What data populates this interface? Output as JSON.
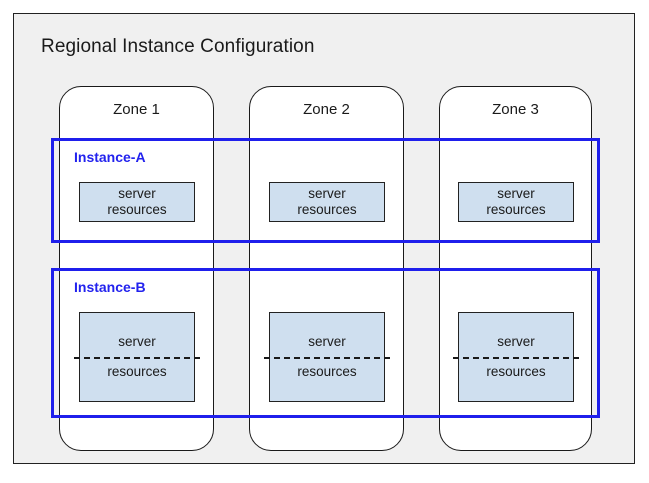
{
  "diagram": {
    "title": "Regional Instance Configuration",
    "colors": {
      "frame_background": "#f0f0f0",
      "frame_border": "#222222",
      "zone_background": "#ffffff",
      "zone_border": "#1a1a1a",
      "instance_border": "#1f1fec",
      "instance_label": "#2222ee",
      "resource_fill": "#cfdfef",
      "resource_border": "#222222",
      "text": "#1a1a1a"
    },
    "zones": [
      {
        "label": "Zone 1"
      },
      {
        "label": "Zone 2"
      },
      {
        "label": "Zone 3"
      }
    ],
    "instances": [
      {
        "label": "Instance-A",
        "split": false,
        "resources": [
          {
            "line1": "server",
            "line2": "resources"
          },
          {
            "line1": "server",
            "line2": "resources"
          },
          {
            "line1": "server",
            "line2": "resources"
          }
        ]
      },
      {
        "label": "Instance-B",
        "split": true,
        "resources": [
          {
            "line1": "server",
            "line2": "resources"
          },
          {
            "line1": "server",
            "line2": "resources"
          },
          {
            "line1": "server",
            "line2": "resources"
          }
        ]
      }
    ]
  }
}
